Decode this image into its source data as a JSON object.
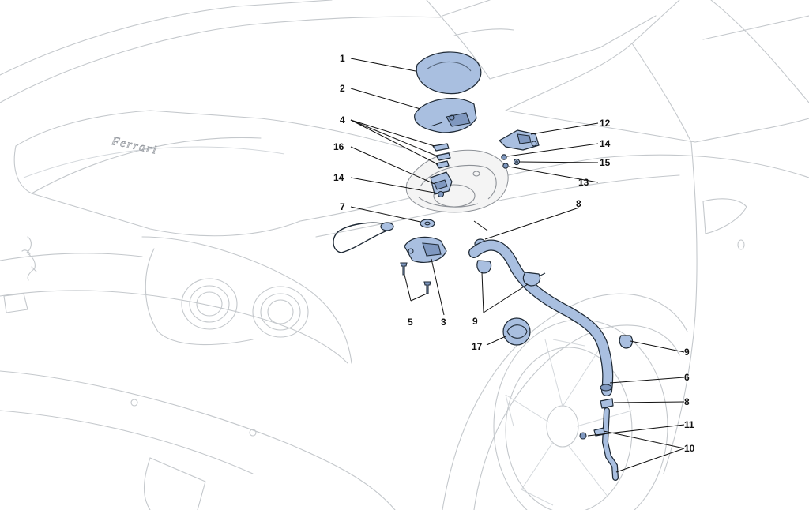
{
  "labels": {
    "l1": "1",
    "l2": "2",
    "l3": "3",
    "l4": "4",
    "l5": "5",
    "l6": "6",
    "l7": "7",
    "l8a": "8",
    "l8b": "8",
    "l9a": "9",
    "l9b": "9",
    "l10": "10",
    "l11": "11",
    "l12": "12",
    "l13": "13",
    "l14a": "14",
    "l14b": "14",
    "l15": "15",
    "l16": "16",
    "l17": "17"
  },
  "brand": {
    "badge": "Ferrari"
  },
  "colors": {
    "part_fill": "#a9bfe0",
    "outline": "#c4c8cc",
    "ink": "#111111"
  }
}
